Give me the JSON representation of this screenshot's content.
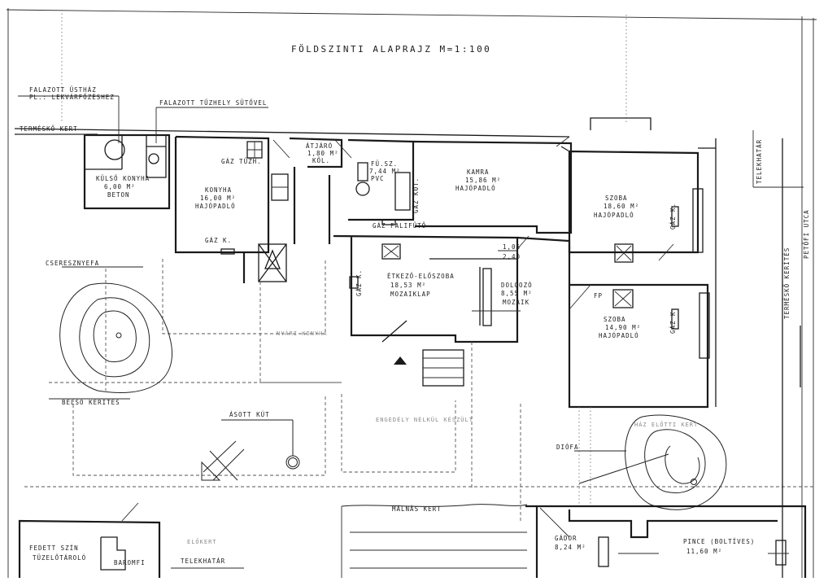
{
  "title": "FÖLDSZINTI ALAPRAJZ M=1:100",
  "annotations": {
    "old_stove": "FALAZOTT ÜSTHÁZ",
    "old_stove_note": "PL.: LEKVÁRFŐZÉSHEZ",
    "old_oven": "FALAZOTT TŰZHELY SÜTŐVEL",
    "garden_top": "TERMÉSKŐ KERT",
    "cherry_tree": "CSERESZNYEFA",
    "inner_fence": "BELSŐ KERÍTÉS",
    "well": "ÁSOTT KÚT",
    "walnut": "DIÓFA",
    "raspberry": "MÁLNÁS KERT",
    "plot_border_bottom": "TELEKHATÁR",
    "plot_border_right": "TELEKHATÁR",
    "stone_fence": "TERMÉSKŐ KERÍTÉS",
    "street": "PETŐFI UTCA",
    "front_yard": "ELŐKERT",
    "gas_stove": "GÁZ TŰZH.",
    "gas_heater_kitchen": "GÁZ K.",
    "gas_boiler": "GÁZ KOT.",
    "gas_wall_heater": "GÁZ FALIFŰTŐ",
    "gas_heater_hall": "GÁZ K.",
    "gas_heater_room1": "GÁZ K.",
    "gas_heater_room2": "GÁZ K.",
    "stair_dim_top": "1,06",
    "stair_dim_bottom": "2,40",
    "courtyard_faint": "ENGEDÉLY NÉLKÜL KÉSZÜLT",
    "shed_faint": "NYÁRI KONYHA",
    "tree_faint": "HÁZ ELŐTTI KERT",
    "fp": "FP"
  },
  "rooms": [
    {
      "name": "KÜLSŐ KONYHA",
      "area": "6,00 M²",
      "floor": "BETON"
    },
    {
      "name": "KONYHA",
      "area": "16,00 M²",
      "floor": "HAJÓPADLÓ"
    },
    {
      "name": "ÁTJÁRÓ",
      "area": "1,80 M²",
      "floor": "KŐL."
    },
    {
      "name": "FÜ.SZ.",
      "area": "7,44 M²",
      "floor": "PVC"
    },
    {
      "name": "KAMRA",
      "area": "15,86 M²",
      "floor": "HAJÓPADLÓ"
    },
    {
      "name": "SZOBA",
      "area": "18,60 M²",
      "floor": "HAJÓPADLÓ"
    },
    {
      "name": "ÉTKEZŐ-ELŐSZOBA",
      "area": "18,53 M²",
      "floor": "MOZAIKLAP"
    },
    {
      "name": "DOLGOZÓ",
      "area": "8,55 M²",
      "floor": "MOZAIK"
    },
    {
      "name": "SZOBA",
      "area": "14,90 M²",
      "floor": "HAJÓPADLÓ"
    },
    {
      "name": "FEDETT SZÍN",
      "area": "",
      "floor": "TÜZELŐTÁROLÓ"
    },
    {
      "name": "BAROMFI",
      "area": "",
      "floor": ""
    },
    {
      "name": "GÁDOR",
      "area": "8,24 M²",
      "floor": ""
    },
    {
      "name": "PINCE (BOLTÍVES)",
      "area": "11,60 M²",
      "floor": ""
    }
  ]
}
